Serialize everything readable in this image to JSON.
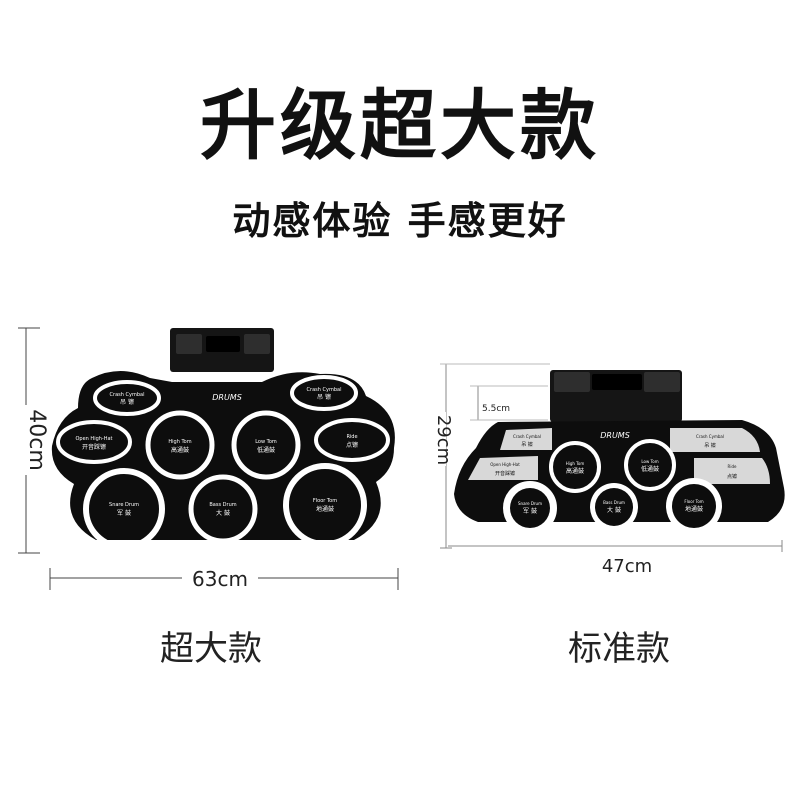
{
  "title": "升级超大款",
  "subtitle": "动感体验 手感更好",
  "large_model": {
    "caption": "超大款",
    "width_label": "63cm",
    "height_label": "40cm",
    "brand": "DRUMS",
    "pads": [
      {
        "en": "Crash Cymbal",
        "cn": "吊 镲"
      },
      {
        "en": "Crash Cymbal",
        "cn": "吊 镲"
      },
      {
        "en": "Open High-Hat",
        "cn": "开音踩镲"
      },
      {
        "en": "High Tom",
        "cn": "高通鼓"
      },
      {
        "en": "Low Tom",
        "cn": "低通鼓"
      },
      {
        "en": "Ride",
        "cn": "点镲"
      },
      {
        "en": "Snare Drum",
        "cn": "军 鼓"
      },
      {
        "en": "Bass Drum",
        "cn": "大 鼓"
      },
      {
        "en": "Floor Tom",
        "cn": "地通鼓"
      }
    ]
  },
  "standard_model": {
    "caption": "标准款",
    "width_label": "47cm",
    "height_label": "29cm",
    "speaker_height_label": "5.5cm",
    "brand": "DRUMS",
    "pads": [
      {
        "en": "Crash Cymbal",
        "cn": "吊 镲"
      },
      {
        "en": "Crash Cymbal",
        "cn": "吊 镲"
      },
      {
        "en": "Open High-Hat",
        "cn": "开音踩镲"
      },
      {
        "en": "High Tom",
        "cn": "高通鼓"
      },
      {
        "en": "Low Tom",
        "cn": "低通鼓"
      },
      {
        "en": "Ride",
        "cn": "点镲"
      },
      {
        "en": "Snare Drum",
        "cn": "军 鼓"
      },
      {
        "en": "Bass Drum",
        "cn": "大 鼓"
      },
      {
        "en": "Floor Tom",
        "cn": "地通鼓"
      }
    ]
  },
  "colors": {
    "pad_body": "#0d0d0d",
    "ring": "#ffffff",
    "dimension_line": "#444444"
  }
}
